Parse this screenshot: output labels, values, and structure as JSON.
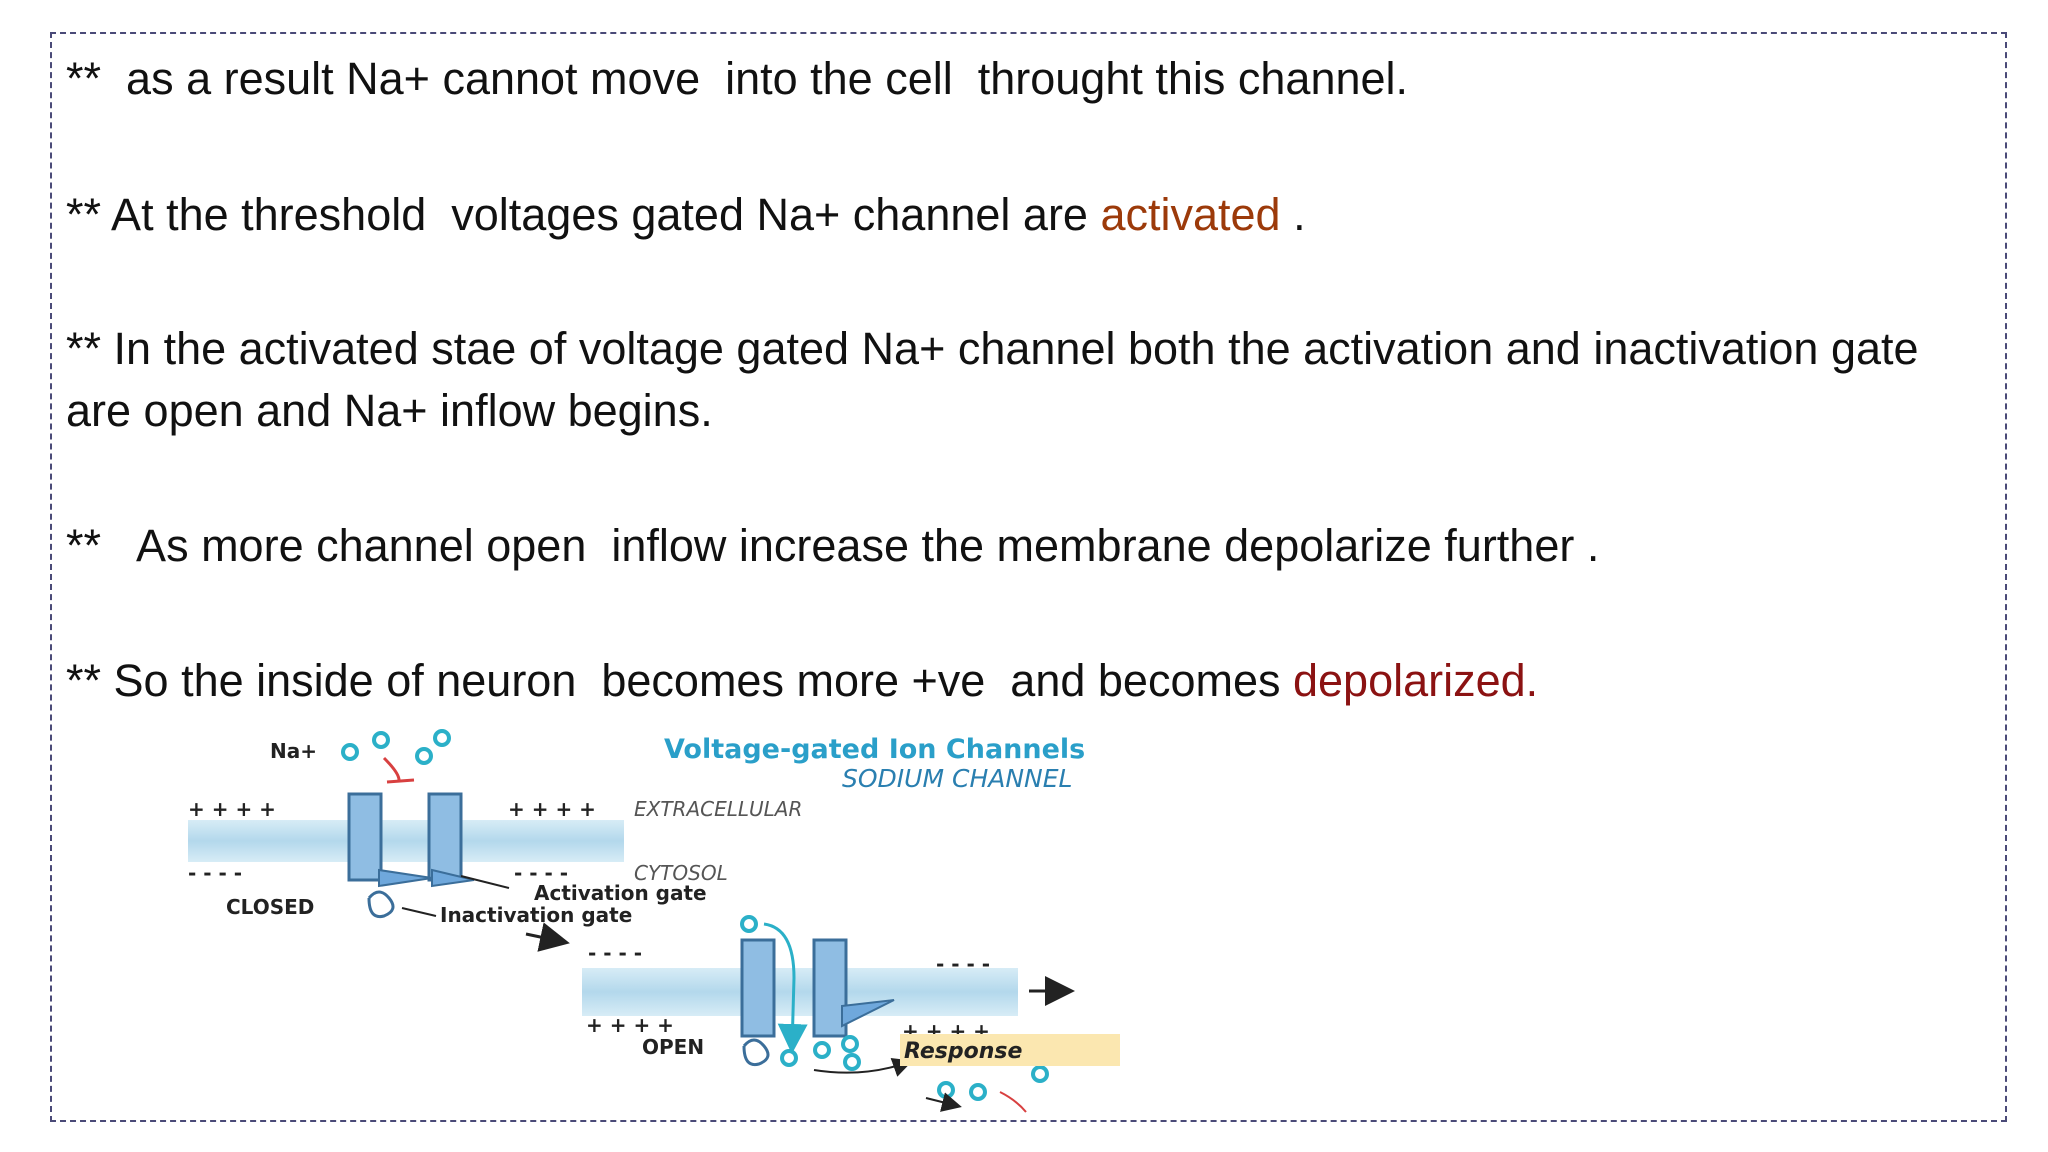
{
  "slide": {
    "bullets": [
      {
        "prefix": "**",
        "text": "  as a result Na+ cannot move  into the cell  throught this channel."
      },
      {
        "prefix": "**",
        "text": " At the threshold  voltages gated Na+ channel are ",
        "highlight": "activated",
        "suffix": " ."
      },
      {
        "prefix": "**",
        "text": " In the activated stae of voltage gated Na+ channel  both the activation and inactivation gate are open and Na+ inflow begins."
      },
      {
        "prefix": "**",
        "text": "   As more channel open  inflow increase the membrane depolarize further ."
      },
      {
        "prefix": "**",
        "text": " So the inside of neuron  becomes more +ve  and becomes ",
        "highlight": "depolarized."
      }
    ],
    "colors": {
      "highlight_activated": "#9c3a0a",
      "highlight_depolarized": "#8b1212",
      "diagram_title": "#2a9fc9",
      "membrane": "#bfe0f0",
      "channel": "#6fa8dc",
      "ion": "#2bb0c8",
      "response_bg": "#fbe7b0"
    }
  },
  "diagram": {
    "title": "Voltage-gated Ion Channels",
    "subtitle": "SODIUM CHANNEL",
    "ion_label": "Na+",
    "extracellular_label": "EXTRACELLULAR",
    "cytosol_label": "CYTOSOL",
    "activation_gate_label": "Activation gate",
    "inactivation_gate_label": "Inactivation gate",
    "closed_label": "CLOSED",
    "open_label": "OPEN",
    "response_label": "Response",
    "plus_charges": "+ + + +",
    "minus_charges": "- - - -"
  }
}
